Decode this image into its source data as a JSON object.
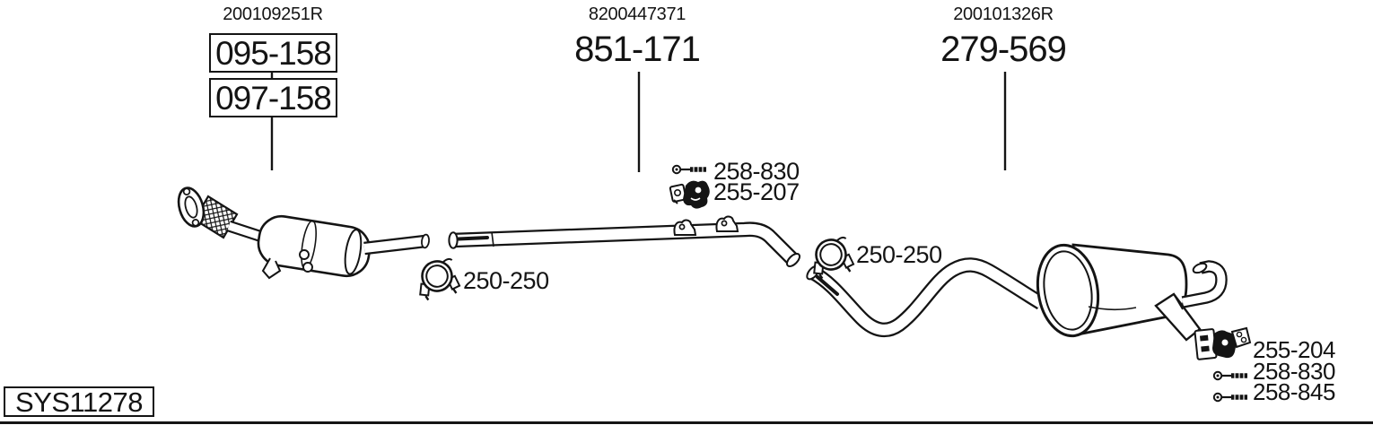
{
  "canvas": {
    "background": "#ffffff",
    "ink": "#141414"
  },
  "part_groups": [
    {
      "oe_ref": "200109251R",
      "parts": [
        "095-158",
        "097-158"
      ]
    },
    {
      "oe_ref": "8200447371",
      "parts": [
        "851-171"
      ]
    },
    {
      "oe_ref": "200101326R",
      "parts": [
        "279-569"
      ]
    }
  ],
  "callouts": [
    {
      "icon": "bolt-icon",
      "label": "258-830"
    },
    {
      "icon": "rubber-mount-icon",
      "label": "255-207"
    },
    {
      "icon": "pipe-clamp-icon",
      "label": "250-250"
    },
    {
      "icon": "pipe-clamp-icon",
      "label": "250-250"
    },
    {
      "icon": "rubber-mount-icon",
      "label": "255-204"
    },
    {
      "icon": "bolt-icon",
      "label": "258-830"
    },
    {
      "icon": "bolt-icon",
      "label": "258-845"
    }
  ],
  "system_code": "SYS11278"
}
